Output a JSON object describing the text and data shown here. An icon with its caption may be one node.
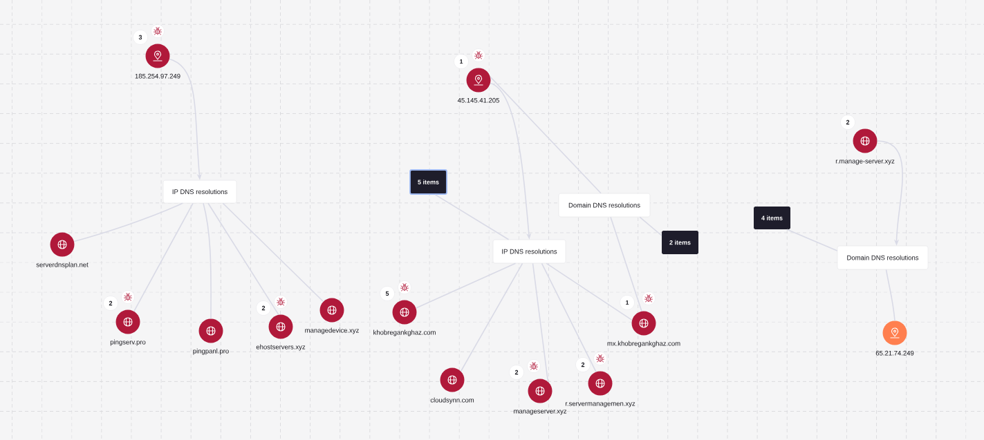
{
  "diagram": {
    "nodes": [
      {
        "text": [
          "185.254.97.249"
        ],
        "beside": [
          "3"
        ]
      },
      {
        "text": [
          "45.145.41.205"
        ],
        "beside": [
          "1"
        ]
      },
      {
        "text": [
          "r.manage-server.xyz"
        ],
        "beside": [
          "2"
        ]
      },
      {
        "text": [
          "IP DNS resolutions"
        ]
      },
      {
        "text": [
          "5 items"
        ]
      },
      {
        "text": [
          "Domain DNS resolutions"
        ]
      },
      {
        "text": [
          "IP DNS resolutions"
        ]
      },
      {
        "text": [
          "2 items"
        ]
      },
      {
        "text": [
          "4 items"
        ]
      },
      {
        "text": [
          "Domain DNS resolutions"
        ]
      },
      {
        "text": [
          "serverdnsplan.net"
        ]
      },
      {
        "text": [
          "managedevice.xyz"
        ]
      },
      {
        "text": [
          "pingserv.pro"
        ],
        "beside": [
          "2"
        ]
      },
      {
        "text": [
          "khobregankghaz.com"
        ],
        "beside": [
          "5"
        ]
      },
      {
        "text": [
          "mx.khobregankghaz.com"
        ],
        "beside": [
          "1"
        ]
      },
      {
        "text": [
          "ehostservers.xyz"
        ],
        "beside": [
          "2"
        ]
      },
      {
        "text": [
          "pingpanl.pro"
        ]
      },
      {
        "text": [
          "r.servermanagemen.xyz"
        ],
        "beside": [
          "2"
        ]
      },
      {
        "text": [
          "65.21.74.249"
        ]
      },
      {
        "text": [
          "cloudsynn.com"
        ]
      },
      {
        "text": [
          "manageserver.xyz"
        ],
        "beside": [
          "2"
        ]
      }
    ],
    "edges": [
      {
        "from": 0,
        "to": 3,
        "arrow": "to"
      },
      {
        "from": 3,
        "to": 10,
        "arrow": "none"
      },
      {
        "from": 3,
        "to": 12,
        "arrow": "none"
      },
      {
        "from": 3,
        "to": 16,
        "arrow": "none"
      },
      {
        "from": 3,
        "to": 15,
        "arrow": "none"
      },
      {
        "from": 3,
        "to": 11,
        "arrow": "none"
      },
      {
        "from": 1,
        "to": 6,
        "arrow": "to"
      },
      {
        "from": 1,
        "to": 5,
        "arrow": "none"
      },
      {
        "from": 4,
        "to": 6,
        "arrow": "none"
      },
      {
        "from": 6,
        "to": 13,
        "arrow": "none"
      },
      {
        "from": 6,
        "to": 19,
        "arrow": "none"
      },
      {
        "from": 6,
        "to": 20,
        "arrow": "none"
      },
      {
        "from": 6,
        "to": 17,
        "arrow": "none"
      },
      {
        "from": 6,
        "to": 14,
        "arrow": "none"
      },
      {
        "from": 5,
        "to": 14,
        "arrow": "none"
      },
      {
        "from": 5,
        "to": 7,
        "arrow": "none"
      },
      {
        "from": 2,
        "to": 9,
        "arrow": "to"
      },
      {
        "from": 8,
        "to": 9,
        "arrow": "none"
      },
      {
        "from": 9,
        "to": 18,
        "arrow": "none"
      }
    ]
  }
}
